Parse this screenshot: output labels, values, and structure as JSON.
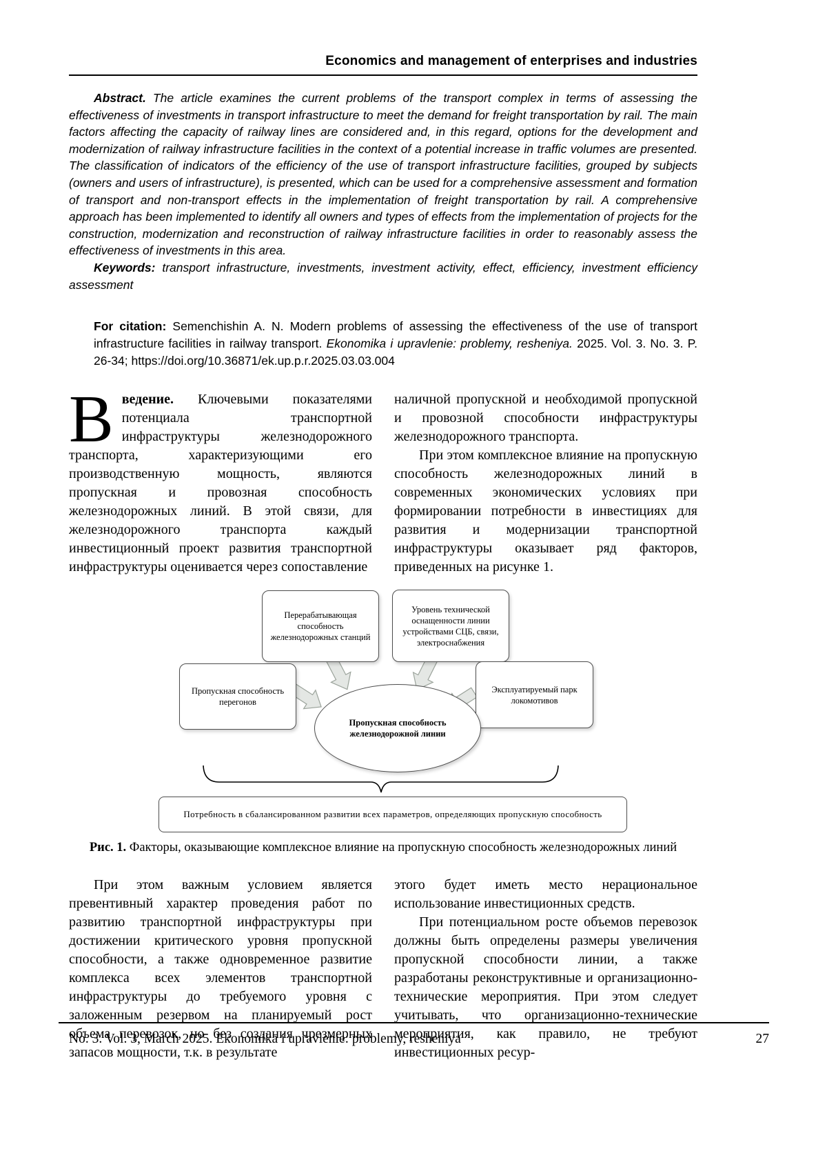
{
  "header": {
    "title": "Economics and management of enterprises and industries"
  },
  "abstract": {
    "label": "Abstract.",
    "text": "The article examines the current problems of the transport complex in terms of assessing the effectiveness of investments in transport infrastructure to meet the demand for freight transportation by rail. The main factors affecting the capacity of railway lines are considered and, in this regard, options for the development and modernization of railway infrastructure facilities in the context of a potential increase in traffic volumes are presented. The classification of indicators of the efficiency of the use of transport infrastructure facilities, grouped by subjects (owners and users of infrastructure), is presented, which can be used for a comprehensive assessment and formation of transport and non-transport effects in the implementation of freight transportation by rail. A comprehensive approach has been implemented to identify all owners and types of effects from the implementation of projects for the construction, modernization and reconstruction of railway infrastructure facilities in order to reasonably assess the effectiveness of investments in this area."
  },
  "keywords": {
    "label": "Keywords:",
    "text": "transport infrastructure, investments, investment activity, effect, efficiency, investment efficiency assessment"
  },
  "citation": {
    "label": "For citation:",
    "authors_and_title": "Semenchishin A. N. Modern problems of assessing the effectiveness of the use of transport infrastructure facilities in railway transport.",
    "journal": "Ekonomika i upravlenie: problemy, resheniya.",
    "issue_info": "2025. Vol. 3. No. 3. P. 26-34;",
    "doi": "https://doi.org/10.36871/ek.up.p.r.2025.03.03.004"
  },
  "body1": {
    "dropcap": "В",
    "intro_label": "ведение.",
    "left_text": "Ключевыми показателями потенциала транспортной инфраструктуры железнодорожного транспорта, характеризующими его производственную мощность, являются пропускная и провозная способность железнодорожных линий. В этой связи, для железнодорожного транспорта каждый инвестиционный проект развития транспортной инфраструктуры оценивается через сопоставление",
    "right_para1": "наличной пропускной и необходимой пропускной и провозной способности инфраструктуры железнодорожного транспорта.",
    "right_para2": "При этом комплексное влияние на пропускную способность железнодорожных линий в современных экономических условиях при формировании потребности в инвестициях для развития и модернизации транспортной инфраструктуры оказывает ряд факторов, приведенных на рисунке 1."
  },
  "figure": {
    "box_top_left": "Перерабатывающая способность железнодорожных станций",
    "box_top_right": "Уровень технической оснащенности линии устройствами СЦБ, связи, электроснабжения",
    "box_left": "Пропускная способность перегонов",
    "box_right": "Эксплуатируемый парк локомотивов",
    "box_center": "Пропускная способность железнодорожной линии",
    "box_bottom": "Потребность в сбалансированном развитии всех параметров, определяющих пропускную способность",
    "caption_label": "Рис. 1.",
    "caption_text": "Факторы, оказывающие комплексное влияние на пропускную способность железнодорожных линий"
  },
  "body2": {
    "left_text": "При этом важным условием является превентивный характер проведения работ по развитию транспортной инфраструктуры при достижении критического уровня пропускной способности, а также одновременное развитие комплекса всех элементов транспортной инфраструктуры до требуемого уровня с заложенным резервом на планируемый рост объема перевозок, но без создания чрезмерных запасов мощности, т.к. в результате",
    "right_para1": "этого будет иметь место нерациональное использование инвестиционных средств.",
    "right_para2": "При потенциальном росте объемов перевозок должны быть определены размеры увеличения пропускной способности линии, а также разработаны реконструктивные и организационно-технические мероприятия. При этом следует учитывать, что организационно-технические мероприятия, как правило, не требуют инвестиционных ресур-"
  },
  "footer": {
    "text": "No. 3. Vol. 3, March 2025. Ekonomika i upravlenie: problemy, resheniya",
    "page_number": "27"
  }
}
